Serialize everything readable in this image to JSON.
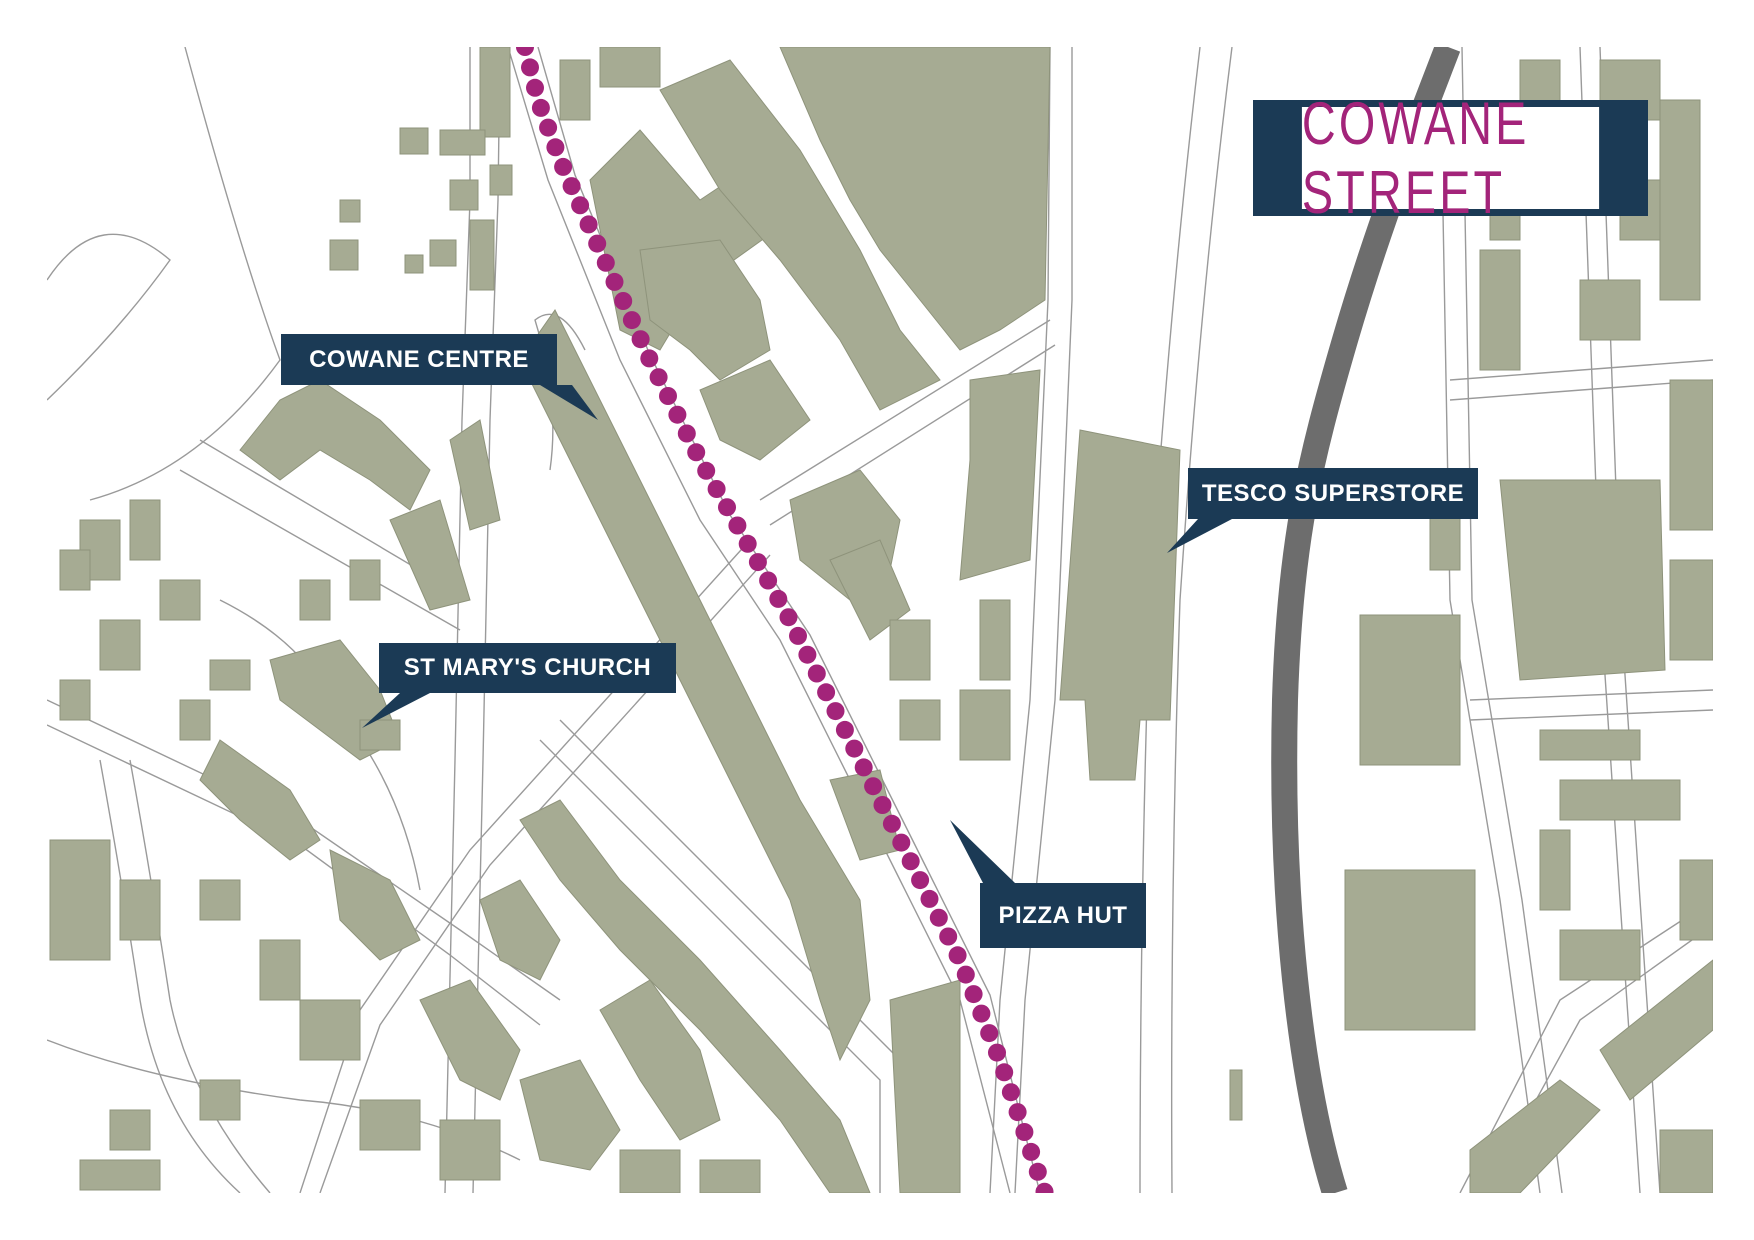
{
  "title": "COWANE STREET",
  "labels": {
    "cowane_centre": "COWANE CENTRE",
    "st_marys_church": "ST MARY'S CHURCH",
    "tesco_superstore": "TESCO SUPERSTORE",
    "pizza_hut": "PIZZA HUT"
  },
  "colors": {
    "building": "#a6ab93",
    "label_bg": "#1b3a55",
    "label_text": "#ffffff",
    "route": "#a3247a",
    "railway": "#6d6d6d",
    "road_outline": "#9a9a9a",
    "background": "#ffffff"
  },
  "route": {
    "name": "Cowane Street",
    "style": "dotted"
  }
}
